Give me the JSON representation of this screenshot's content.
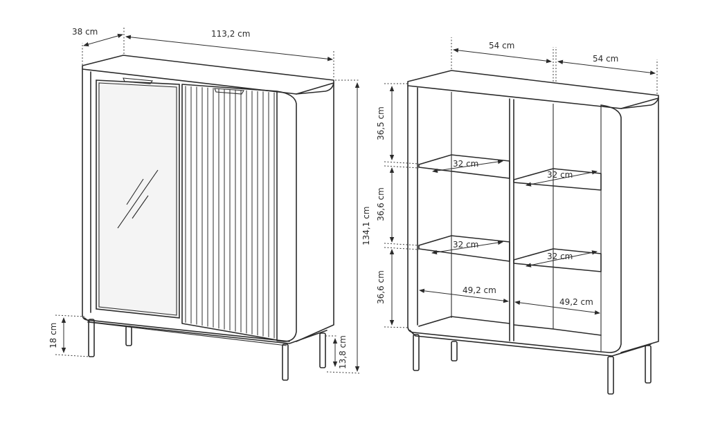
{
  "left_view": {
    "depth": "38 cm",
    "width": "113,2 cm",
    "height": "134,1 cm",
    "leg_height": "18 cm",
    "inner_leg_height": "13,8 cm"
  },
  "right_view": {
    "compartment_width_left": "54 cm",
    "compartment_width_right": "54 cm",
    "shelf_gap_top": "36,5 cm",
    "shelf_gap_middle": "36,6 cm",
    "shelf_gap_bottom": "36,6 cm",
    "shelf_depth_1": "32 cm",
    "shelf_depth_2": "32 cm",
    "shelf_depth_3": "32 cm",
    "shelf_depth_4": "32 cm",
    "inner_width_left": "49,2 cm",
    "inner_width_right": "49,2 cm"
  }
}
